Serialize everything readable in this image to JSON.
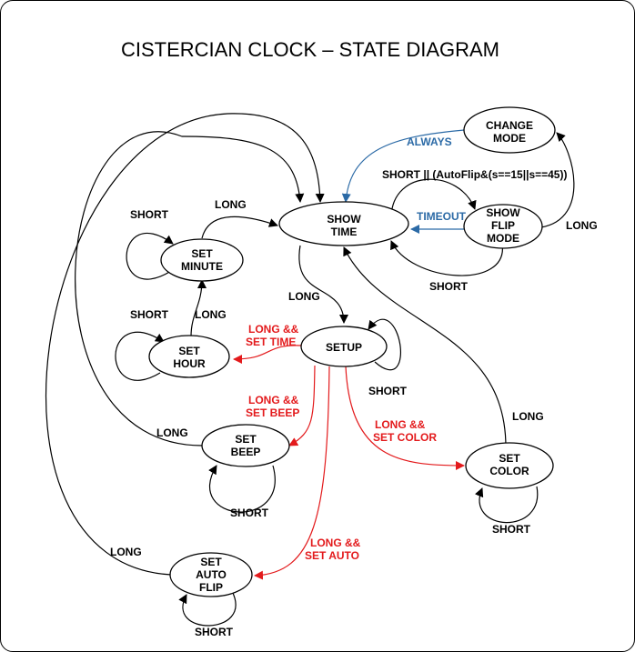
{
  "title": "CISTERCIAN CLOCK – STATE DIAGRAM",
  "colors": {
    "normal": "#000000",
    "setup_transition": "#e31a1c",
    "auto_transition": "#2b6aa6"
  },
  "nodes": {
    "show_time": {
      "lines": [
        "SHOW",
        "TIME"
      ]
    },
    "change_mode": {
      "lines": [
        "CHANGE",
        "MODE"
      ]
    },
    "show_flip": {
      "lines": [
        "SHOW",
        "FLIP",
        "MODE"
      ]
    },
    "set_minute": {
      "lines": [
        "SET",
        "MINUTE"
      ]
    },
    "set_hour": {
      "lines": [
        "SET",
        "HOUR"
      ]
    },
    "setup": {
      "lines": [
        "SETUP"
      ]
    },
    "set_beep": {
      "lines": [
        "SET",
        "BEEP"
      ]
    },
    "set_color": {
      "lines": [
        "SET",
        "COLOR"
      ]
    },
    "set_autoflip": {
      "lines": [
        "SET",
        "AUTO",
        "FLIP"
      ]
    }
  },
  "edges": {
    "always": "ALWAYS",
    "short_flip_condition": "SHORT || (AutoFlip&(s==15||s==45))",
    "timeout": "TIMEOUT",
    "flip_long": "LONG",
    "flip_short": "SHORT",
    "minute_short": "SHORT",
    "minute_long": "LONG",
    "hour_short": "SHORT",
    "hour_long": "LONG",
    "showtime_long": "LONG",
    "setup_short": "SHORT",
    "to_set_time": [
      "LONG &&",
      "SET TIME"
    ],
    "to_set_beep": [
      "LONG &&",
      "SET BEEP"
    ],
    "to_set_color": [
      "LONG &&",
      "SET COLOR"
    ],
    "to_set_auto": [
      "LONG &&",
      "SET AUTO"
    ],
    "beep_long": "LONG",
    "beep_short": "SHORT",
    "color_long": "LONG",
    "color_short": "SHORT",
    "autoflip_long": "LONG",
    "autoflip_short": "SHORT"
  }
}
